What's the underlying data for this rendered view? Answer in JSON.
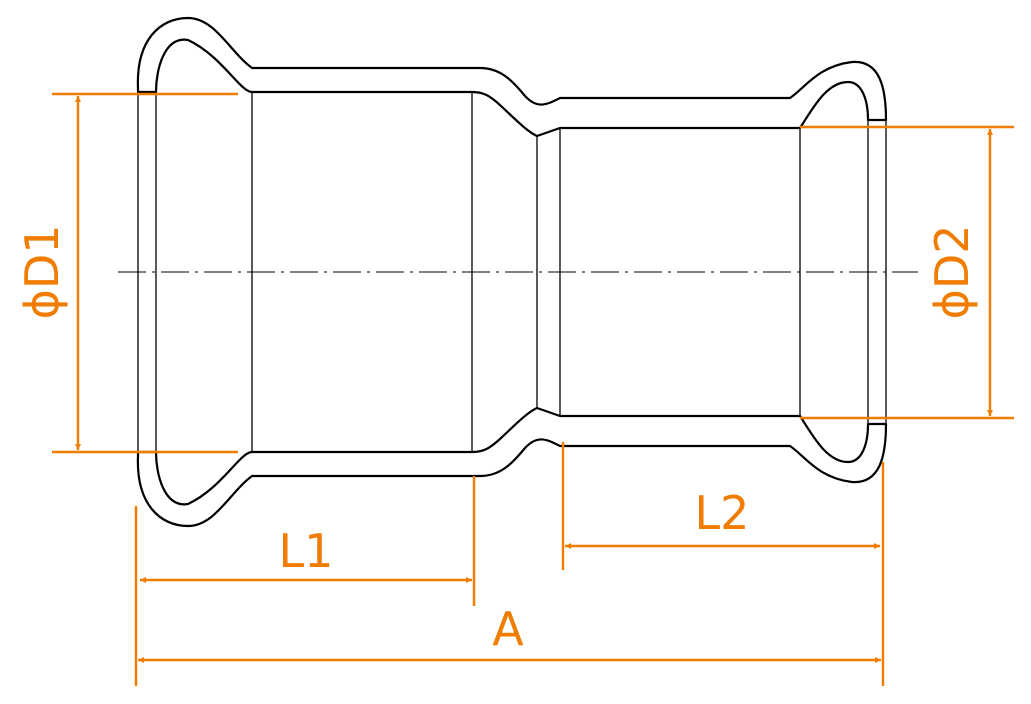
{
  "diagram": {
    "labels": {
      "d1": "ϕD1",
      "d2": "ϕD2",
      "l1": "L1",
      "l2": "L2",
      "a": "A"
    },
    "colors": {
      "dimension": "#f07c00",
      "outline": "#000000",
      "background": "#ffffff"
    }
  }
}
